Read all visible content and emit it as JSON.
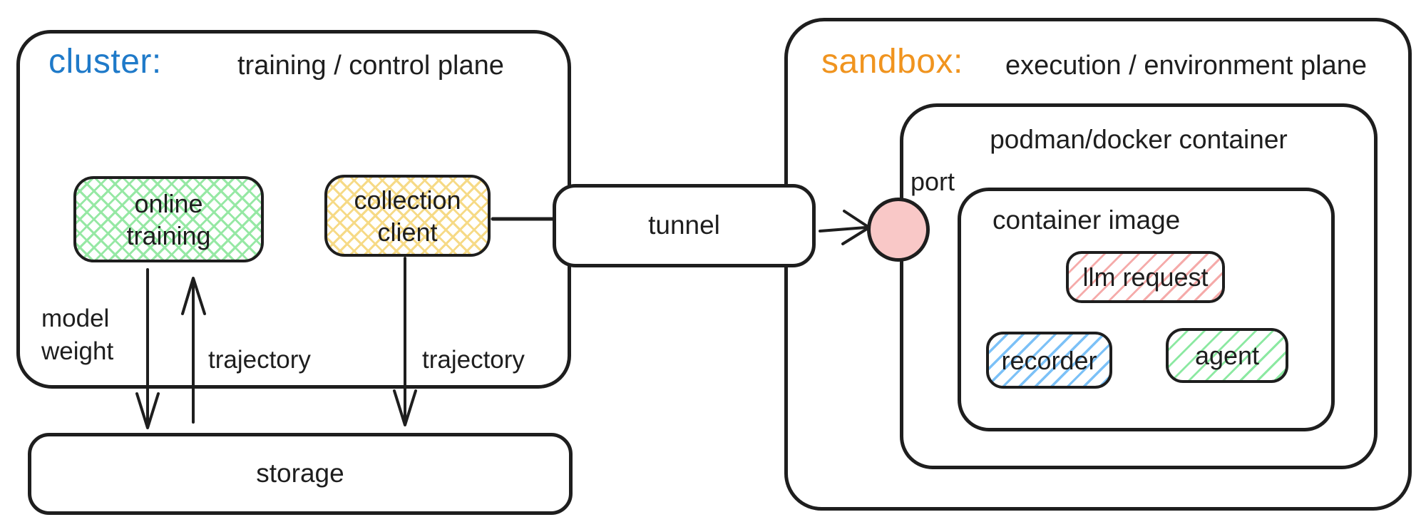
{
  "colors": {
    "stroke": "#1e1e1e",
    "cluster_title": "#1f7ac9",
    "sandbox_title": "#f0941f",
    "hatch_green": "#96e8a4",
    "hatch_yellow": "#f6da86",
    "hatch_red": "#f5abaa",
    "hatch_blue": "#7cc1f7",
    "hatch_green_light": "#8ce9a2",
    "port_fill": "#f9c8c7"
  },
  "cluster": {
    "title": "cluster:",
    "subtitle": "training / control plane",
    "nodes": {
      "online_training": "online\ntraining",
      "collection_client": "collection\nclient",
      "storage": "storage"
    },
    "edge_labels": {
      "model_weight": "model\nweight",
      "trajectory_up": "trajectory",
      "trajectory_down": "trajectory"
    }
  },
  "tunnel": {
    "label": "tunnel"
  },
  "sandbox": {
    "title": "sandbox:",
    "subtitle": "execution / environment plane",
    "podman": {
      "title": "podman/docker container",
      "port_label": "port",
      "container_image": {
        "title": "container image",
        "nodes": {
          "llm_request": "llm request",
          "recorder": "recorder",
          "agent": "agent"
        }
      }
    }
  }
}
